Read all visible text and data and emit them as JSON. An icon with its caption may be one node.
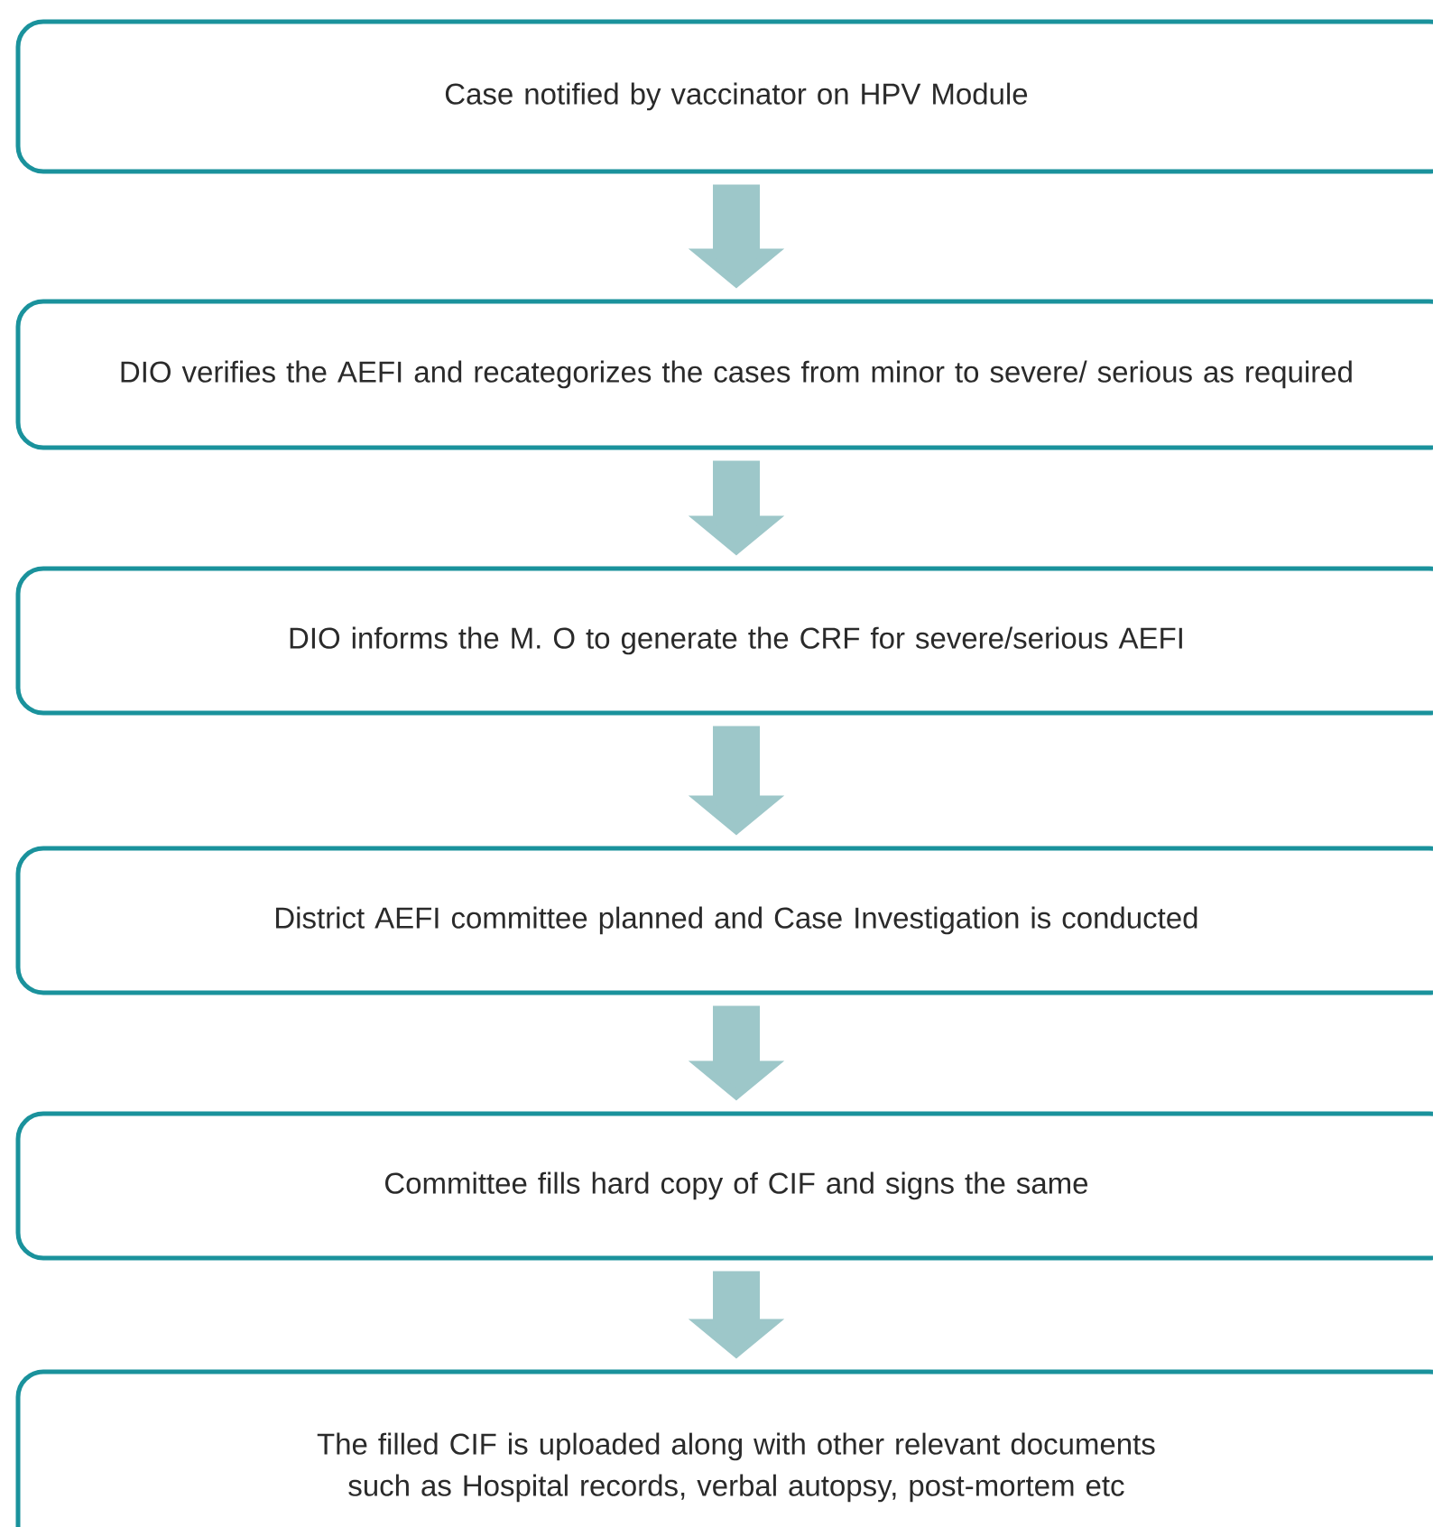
{
  "diagram": {
    "nodes": [
      {
        "text": [
          "Case notified by vaccinator on HPV Module"
        ]
      },
      {
        "text": [
          "DIO verifies the AEFI and recategorizes the cases from minor to severe/ serious as required"
        ]
      },
      {
        "text": [
          "DIO informs the M. O to generate the CRF for severe/serious AEFI"
        ]
      },
      {
        "text": [
          "District AEFI committee planned and Case Investigation is conducted"
        ]
      },
      {
        "text": [
          "Committee fills hard copy of CIF and signs the same"
        ]
      },
      {
        "text": [
          "The filled CIF is uploaded along with other relevant documents such as Hospital records, verbal autopsy, post-mortem etc"
        ]
      }
    ],
    "edges": [
      {
        "from": 0,
        "to": 1,
        "arrow": "to"
      },
      {
        "from": 1,
        "to": 2,
        "arrow": "to"
      },
      {
        "from": 2,
        "to": 3,
        "arrow": "to"
      },
      {
        "from": 3,
        "to": 4,
        "arrow": "to"
      },
      {
        "from": 4,
        "to": 5,
        "arrow": "to"
      }
    ]
  }
}
